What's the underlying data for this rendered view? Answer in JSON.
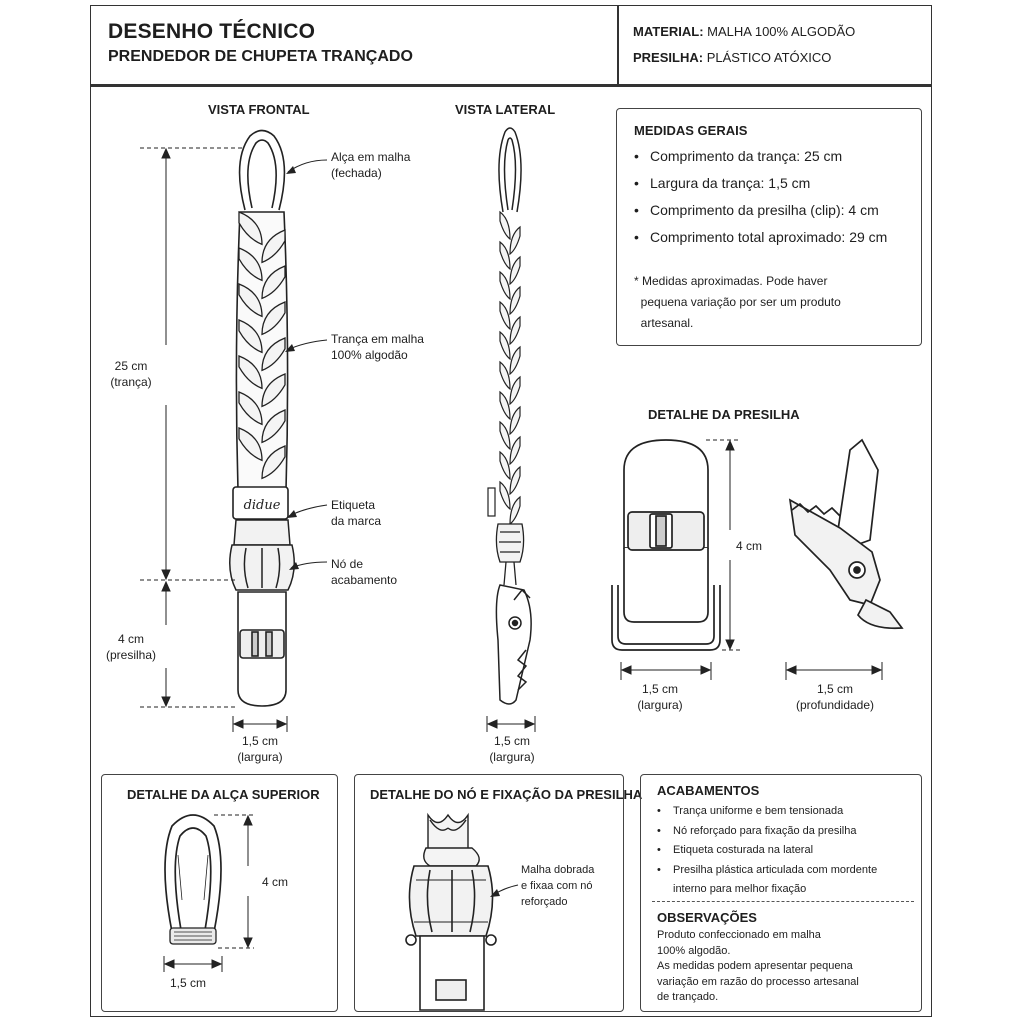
{
  "header": {
    "title": "DESENHO TÉCNICO",
    "subtitle": "PRENDEDOR DE CHUPETA TRANÇADO",
    "material_label": "MATERIAL:",
    "material_value": "MALHA 100% ALGODÃO",
    "clip_label": "PRESILHA:",
    "clip_value": "PLÁSTICO ATÓXICO"
  },
  "front_view": {
    "title": "VISTA FRONTAL",
    "callout_loop": "Alça em malha\n(fechada)",
    "callout_braid": "Trança em malha\n100% algodão",
    "callout_tag": "Etiqueta\nda marca",
    "callout_knot": "Nó de\nacabamento",
    "tag_text": "didue",
    "dim_braid": "25 cm\n(trança)",
    "dim_clip": "4 cm\n(presilha)",
    "dim_width": "1,5 cm\n(largura)"
  },
  "side_view": {
    "title": "VISTA LATERAL",
    "dim_width": "1,5 cm\n(largura)"
  },
  "general": {
    "title": "MEDIDAS GERAIS",
    "items": [
      "Comprimento da trança: 25 cm",
      "Largura da trança: 1,5 cm",
      "Comprimento da presilha (clip): 4 cm",
      "Comprimento total aproximado: 29 cm"
    ],
    "note": "* Medidas aproximadas. Pode haver\n  pequena variação por ser um produto\n  artesanal."
  },
  "clip_detail": {
    "title": "DETALHE DA PRESILHA",
    "dim_height": "4 cm",
    "dim_width": "1,5 cm\n(largura)",
    "dim_depth": "1,5 cm\n(profundidade)"
  },
  "loop_detail": {
    "title": "DETALHE DA ALÇA SUPERIOR",
    "dim_height": "4 cm",
    "dim_width": "1,5 cm"
  },
  "knot_detail": {
    "title": "DETALHE DO NÓ E FIXAÇÃO DA PRESILHA",
    "callout": "Malha dobrada\ne fixaa com nó\nreforçado"
  },
  "finishes": {
    "title": "ACABAMENTOS",
    "items": [
      "Trança uniforme e bem tensionada",
      "Nó reforçado para fixação da presilha",
      "Etiqueta costurada na lateral",
      "Presilha plástica articulada com mordente\ninterno para melhor fixação"
    ]
  },
  "observations": {
    "title": "OBSERVAÇÕES",
    "text": "Produto confeccionado em malha\n100% algodão.\nAs medidas podem apresentar pequena\nvariação em razão do processo artesanal\nde trançado."
  },
  "colors": {
    "ink": "#1e1e1e",
    "paper": "#ffffff",
    "line": "#333333"
  }
}
